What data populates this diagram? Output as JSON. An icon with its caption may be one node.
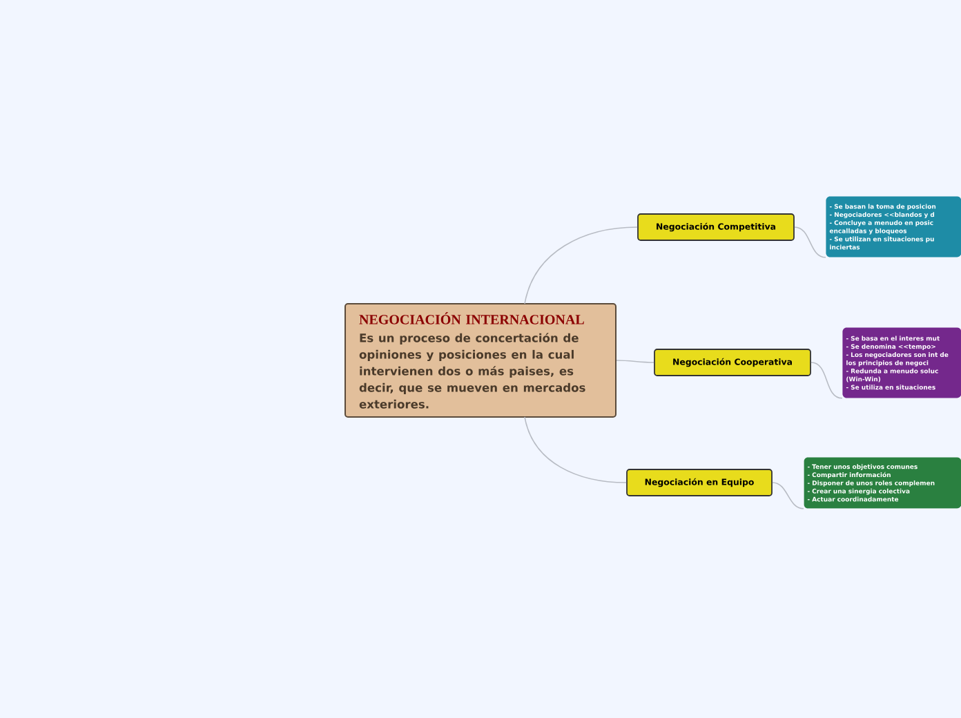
{
  "diagram": {
    "nodes": [
      {
        "text": [
          "NEGOCIACIÓN INTERNACIONAL",
          "Es un proceso de concertación de opiniones y posiciones en la cual intervienen dos o más paises, es decir, que se mueven en mercados exteriores."
        ]
      },
      {
        "text": [
          "Negociación Competitiva"
        ]
      },
      {
        "text": [
          "- Se basan la toma de posicion",
          "- Negociadores <<blandos y d",
          "- Concluye a menudo en posic encalladas y bloqueos",
          "- Se utilizan en situaciones pu inciertas"
        ]
      },
      {
        "text": [
          "Negociación Cooperativa"
        ]
      },
      {
        "text": [
          "- Se basa en el interes mut",
          "- Se denomina <<tempo>",
          "- Los negociadores son int de los principios de negoci",
          "- Redunda a menudo soluc (Win-Win)",
          "- Se utiliza en situaciones"
        ]
      },
      {
        "text": [
          "Negociación en Equipo"
        ]
      },
      {
        "text": [
          "- Tener unos objetivos comunes",
          "- Compartir información",
          "- Disponer de unos roles complemen",
          "- Crear una sinergia colectiva",
          "- Actuar coordinadamente"
        ]
      }
    ],
    "edges": [
      {
        "from": 0,
        "to": 1,
        "arrow": "none"
      },
      {
        "from": 0,
        "to": 3,
        "arrow": "none"
      },
      {
        "from": 0,
        "to": 5,
        "arrow": "none"
      },
      {
        "from": 1,
        "to": 2,
        "arrow": "none"
      },
      {
        "from": 3,
        "to": 4,
        "arrow": "none"
      },
      {
        "from": 5,
        "to": 6,
        "arrow": "none"
      }
    ]
  }
}
